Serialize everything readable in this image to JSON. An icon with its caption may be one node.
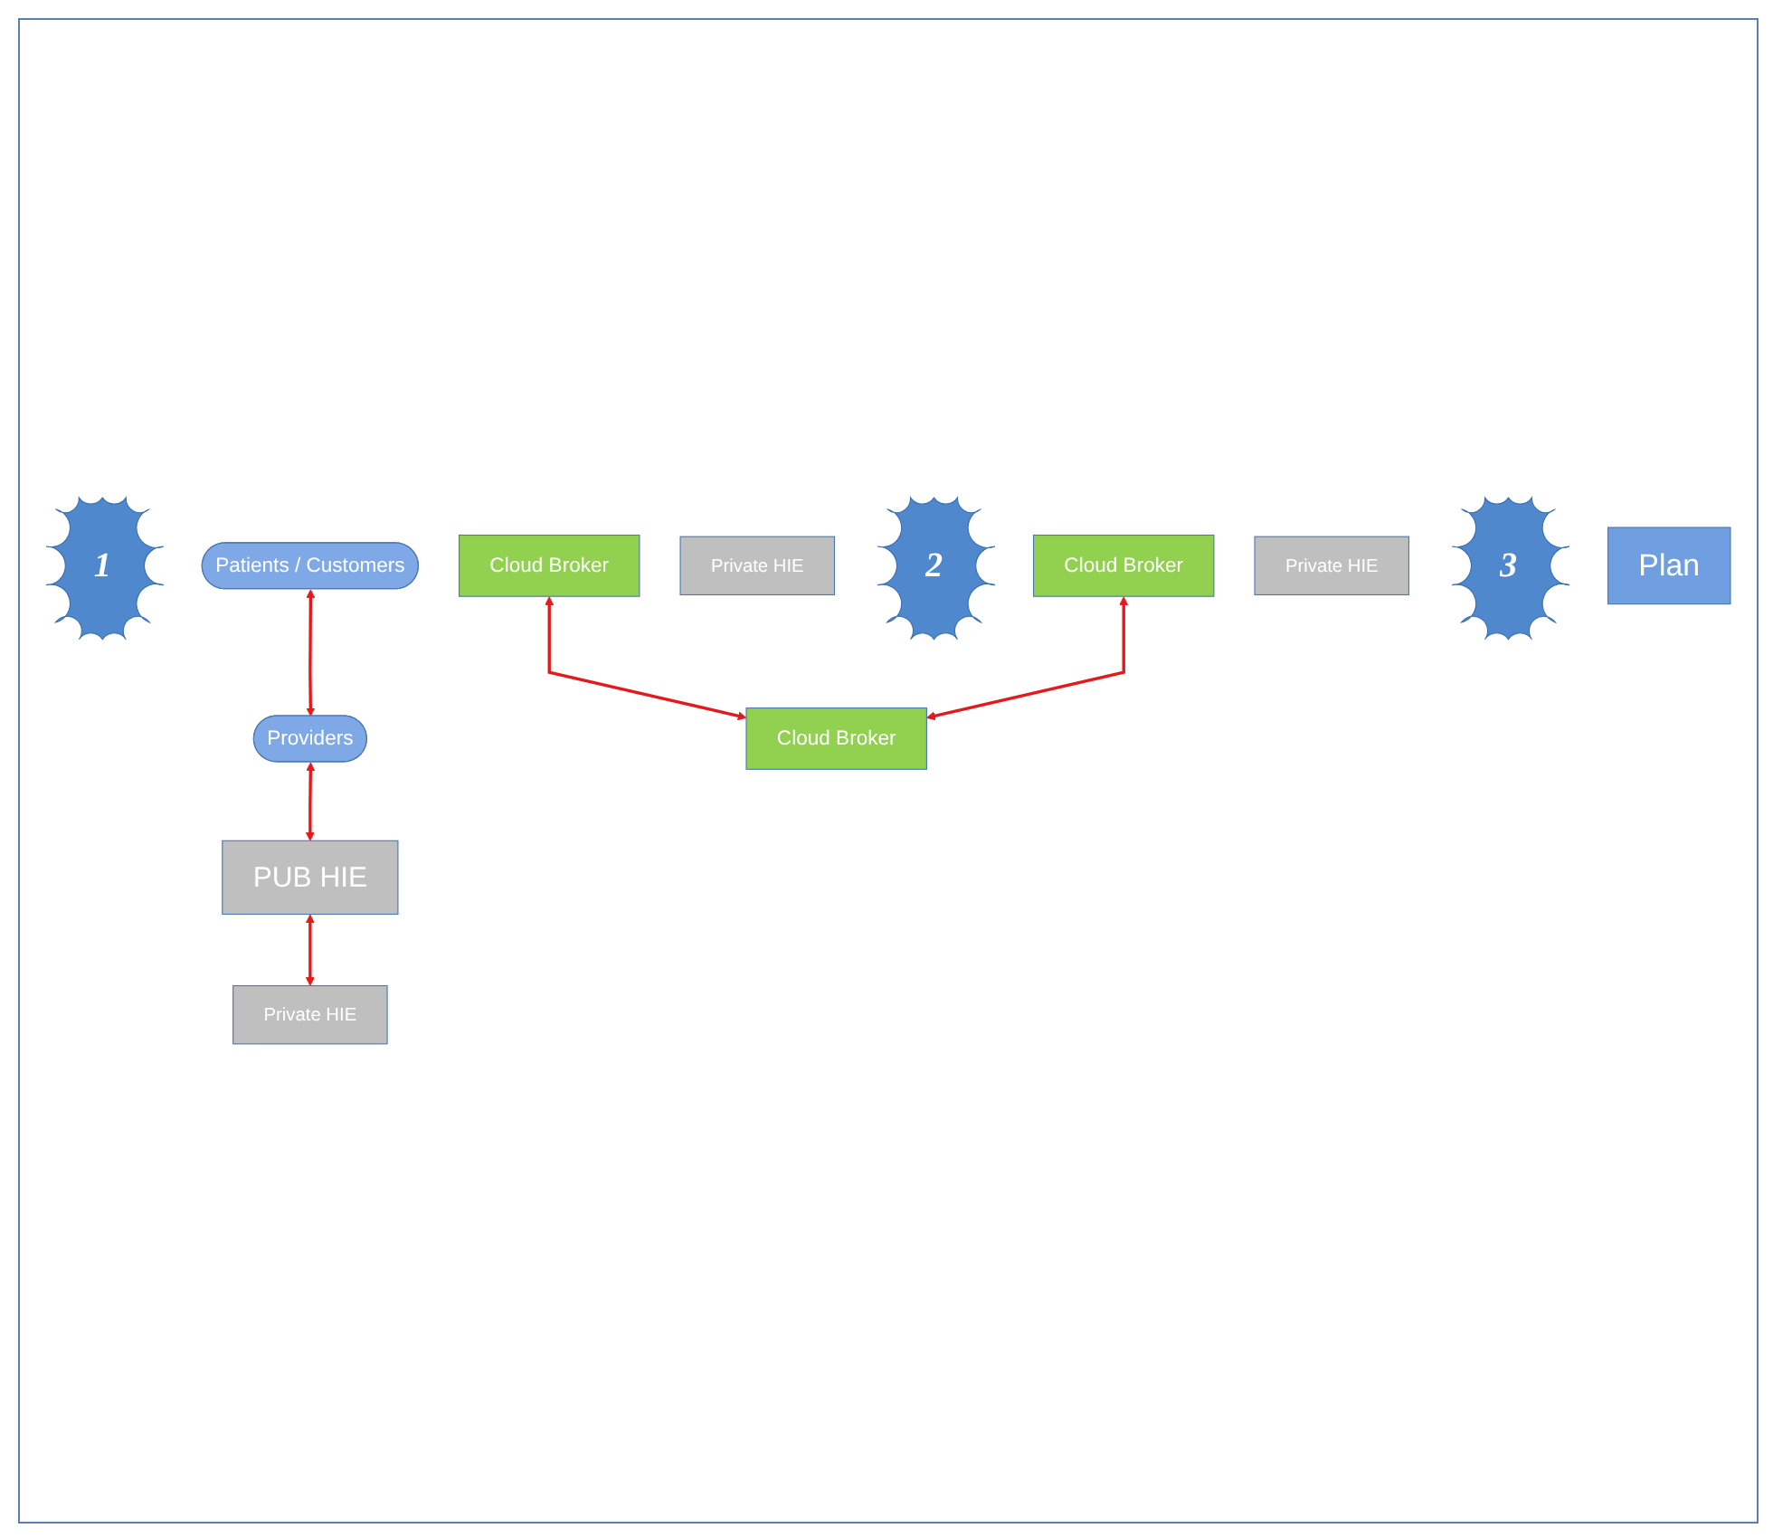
{
  "diagram": {
    "nodes": [
      {
        "text": [
          "1"
        ]
      },
      {
        "text": [
          "Patients / Customers"
        ]
      },
      {
        "text": [
          "Cloud Broker"
        ]
      },
      {
        "text": [
          "Private HIE"
        ]
      },
      {
        "text": [
          "2"
        ]
      },
      {
        "text": [
          "Providers"
        ]
      },
      {
        "text": [
          "Cloud Broker"
        ]
      },
      {
        "text": [
          "Private HIE"
        ]
      },
      {
        "text": [
          "PUB HIE"
        ]
      },
      {
        "text": [
          "Cloud Broker"
        ]
      },
      {
        "text": [
          "Private HIE"
        ]
      },
      {
        "text": [
          "3"
        ]
      },
      {
        "text": [
          "Plan"
        ]
      }
    ],
    "edges": [
      {
        "from": 1,
        "to": 5,
        "arrow": "both"
      },
      {
        "from": 5,
        "to": 8,
        "arrow": "both"
      },
      {
        "from": 2,
        "to": 9,
        "arrow": "both"
      },
      {
        "from": 6,
        "to": 9,
        "arrow": "both"
      },
      {
        "from": 8,
        "to": 10,
        "arrow": "both"
      }
    ]
  }
}
